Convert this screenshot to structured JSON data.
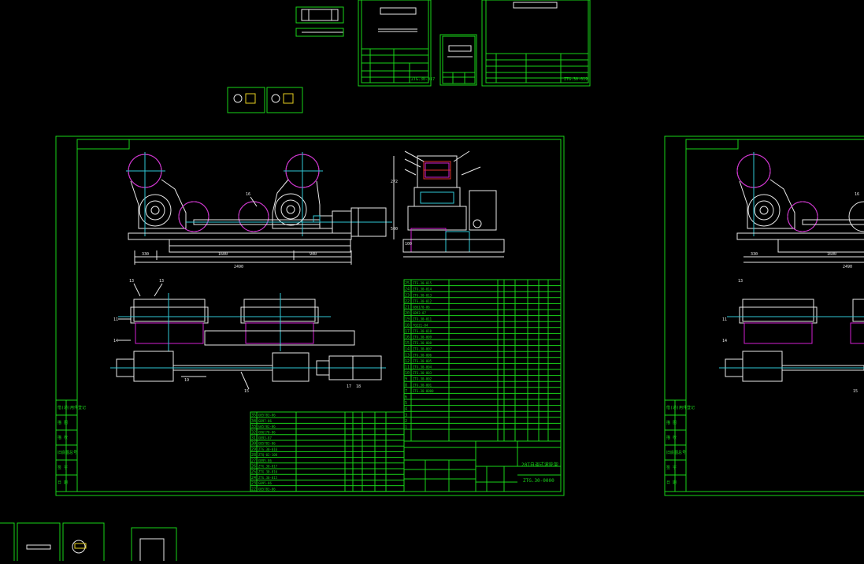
{
  "colors": {
    "background": "#000000",
    "frame": "#19d419",
    "geometry": "#e8e8e8",
    "hidden": "#d21fd2",
    "center": "#2fc7d6",
    "accent_red": "#e03030"
  },
  "main_sheet": {
    "title_name": "20T自调式滚轮架",
    "drawing_no": "ZTG.30-0000",
    "dimensions": {
      "left": "330",
      "middle": "1600",
      "right": "940",
      "total": "2490",
      "height_1": "272",
      "height_2": "500",
      "height_3": "100"
    },
    "balloons": [
      "16",
      "13",
      "13",
      "11",
      "14",
      "15",
      "19",
      "17",
      "18"
    ],
    "bom_right_nos": [
      "25",
      "24",
      "23",
      "22",
      "21",
      "20",
      "19",
      "18",
      "17",
      "16",
      "15",
      "14",
      "13",
      "12",
      "11",
      "10",
      "9",
      "8",
      "7",
      "6",
      "5",
      "4",
      "3",
      "2",
      "1"
    ],
    "bom_right_codes": [
      "ZTG.30-015",
      "ZTG.30-014",
      "ZTG.30-013",
      "ZTG.30-012",
      "GB6170-86",
      "GB93-87",
      "ZTG.30-011",
      "TQ221-84",
      "ZTG.30-010",
      "ZTG.30-009",
      "ZTG.30-008",
      "ZTG.30-007",
      "ZTG.30-006",
      "ZTG.30-005",
      "ZTG.30-004",
      "ZTG.30-003",
      "ZTG.30-002",
      "ZTG.30-001",
      "ZTG.30-0000"
    ],
    "bom_left_nos": [
      "35",
      "34",
      "33",
      "32",
      "31",
      "30",
      "29",
      "28",
      "27",
      "26",
      "25",
      "24",
      "23",
      "22"
    ],
    "bom_left_codes": [
      "GB5783-86",
      "GB97-86",
      "GB5782-86",
      "GB6170-86",
      "GB93-87",
      "GB5783-86",
      "ZTG.30-016",
      "ZTQ-02-100",
      "GB95-86",
      "ZTG.30-017",
      "ZTG.30-016",
      "ZTG.30-015",
      "GB95-86",
      "GB5783-86"
    ],
    "left_strip_labels": [
      "借(通)用件登记",
      "描 图",
      "描 校",
      "旧底图总号",
      "签 字",
      "日 期"
    ]
  },
  "right_sheet": {
    "dimensions": {
      "left": "330",
      "middle": "1600",
      "total": "2490"
    },
    "balloons": [
      "16",
      "13",
      "11",
      "14",
      "15"
    ],
    "left_strip_labels": [
      "借(通)用件登记",
      "描 图",
      "描 校",
      "旧底图总号",
      "签 字",
      "日 期"
    ]
  },
  "thumb_sheets": {
    "top_right_drawing_no": "ZTG.30-019",
    "top_mid_drawing_no": "ZTG.30-017"
  }
}
